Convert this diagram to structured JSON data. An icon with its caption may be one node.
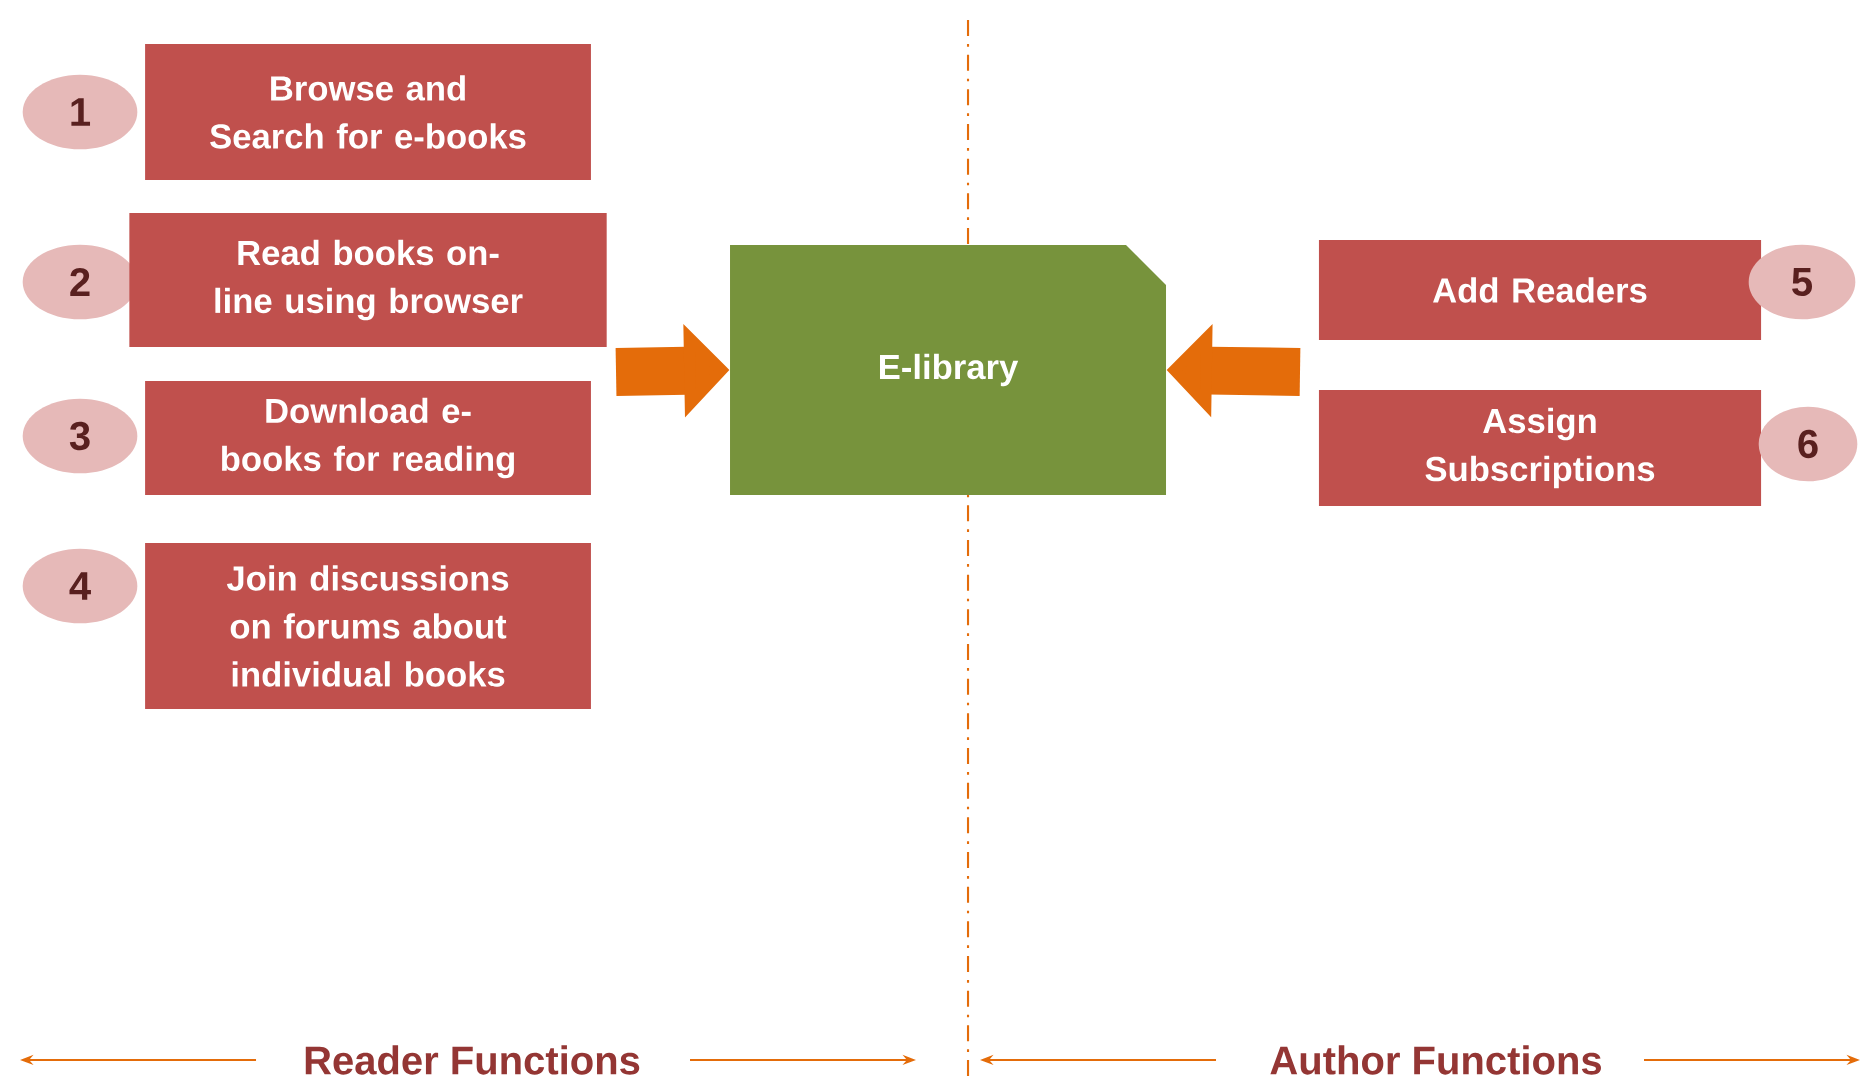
{
  "diagram": {
    "nodes": [
      {
        "text": [
          "1"
        ]
      },
      {
        "text": [
          "Browse and Search for e-books"
        ]
      },
      {
        "text": [
          "2"
        ]
      },
      {
        "text": [
          "Read books on-line using browser"
        ]
      },
      {
        "text": [
          "3"
        ]
      },
      {
        "text": [
          "Download e-books for reading"
        ]
      },
      {
        "text": [
          "4"
        ]
      },
      {
        "text": [
          "Join discussions on forums about individual books"
        ]
      },
      {
        "text": [
          "E-library"
        ]
      },
      {
        "text": [
          "Add Readers"
        ]
      },
      {
        "text": [
          "5"
        ]
      },
      {
        "text": [
          "Assign Subscriptions"
        ]
      },
      {
        "text": [
          "6"
        ]
      }
    ],
    "edges": [
      {
        "from": null,
        "to": 8,
        "arrow": "to"
      },
      {
        "from": null,
        "to": 8,
        "arrow": "to"
      }
    ],
    "labels": [
      "Reader Functions",
      "Author Functions"
    ]
  }
}
